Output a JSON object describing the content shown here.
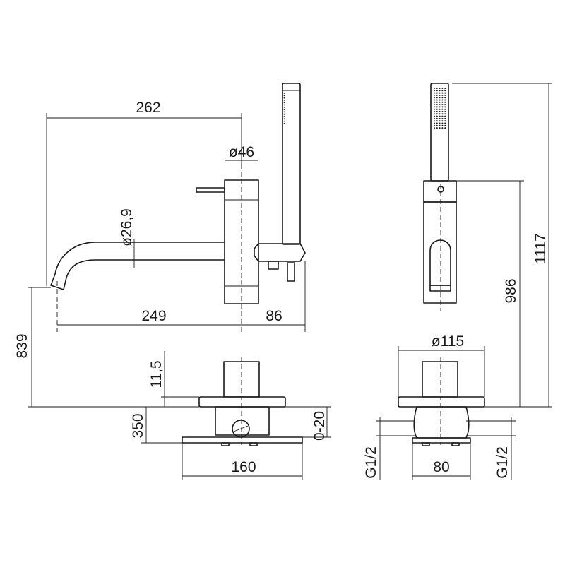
{
  "dimensions": {
    "spout_reach_total": "262",
    "body_diameter": "ø46",
    "spout_diameter": "ø26,9",
    "spout_reach": "249",
    "spout_to_handshower": "86",
    "total_height_side": "839",
    "deck_collar_height": "11,5",
    "base_depth": "350",
    "deck_thickness": "0-20",
    "base_width": "160",
    "flange_diameter": "ø115",
    "handshower_height": "1117",
    "body_height": "986",
    "inlet_left": "G1/2",
    "inlet_spacing": "80",
    "inlet_right": "G1/2"
  }
}
